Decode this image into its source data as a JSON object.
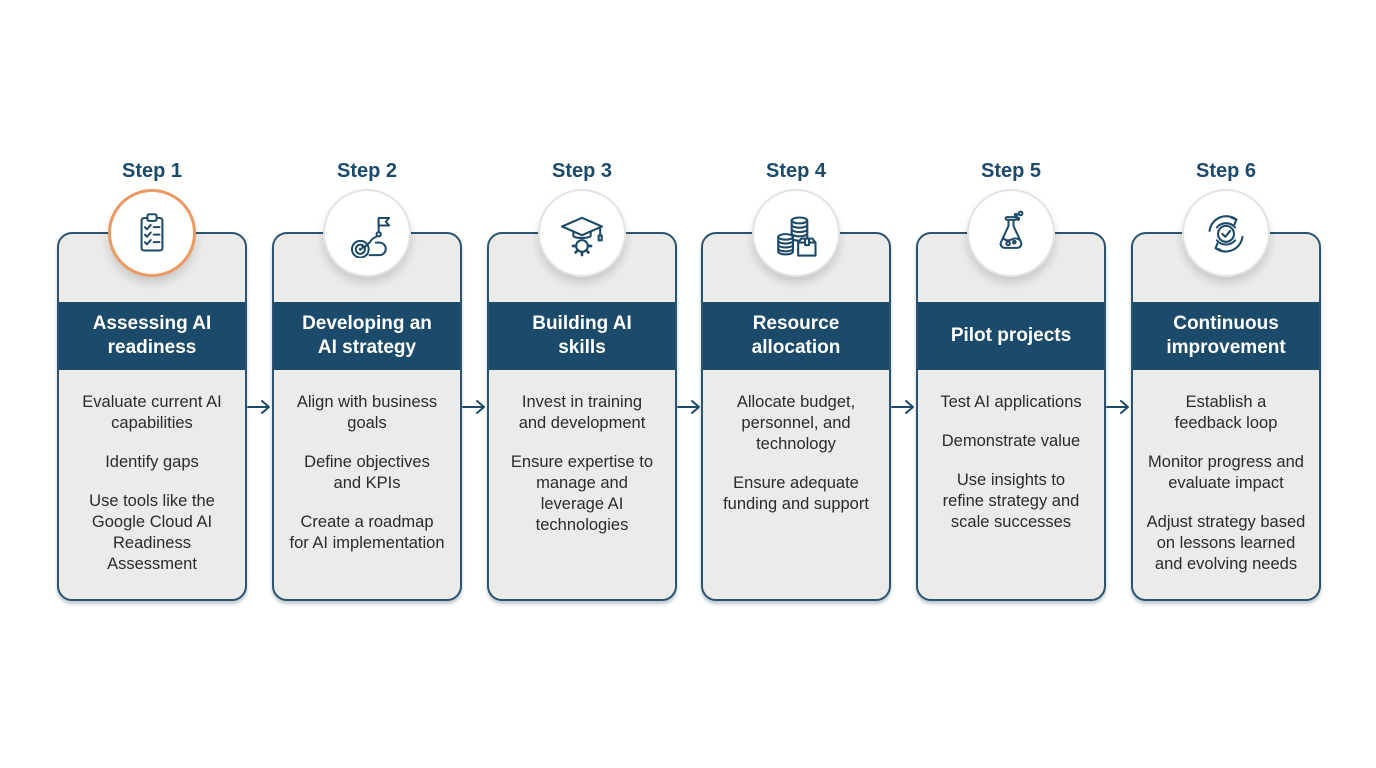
{
  "colors": {
    "navy": "#1B4A6B",
    "icon": "#1C4A68",
    "card": "#EBEBE9",
    "border": "#2C5470",
    "accent": "#EA9A62",
    "text": "#2B2B2B"
  },
  "steps": [
    {
      "label": "Step 1",
      "icon": "clipboard-checklist-icon",
      "title": "Assessing AI\nreadiness",
      "points": [
        "Evaluate current AI\ncapabilities",
        "Identify gaps",
        "Use tools like the\nGoogle Cloud AI\nReadiness\nAssessment"
      ],
      "highlighted": true
    },
    {
      "label": "Step 2",
      "icon": "goal-flag-target-icon",
      "title": "Developing an\nAI strategy",
      "points": [
        "Align with business\ngoals",
        "Define objectives\nand KPIs",
        "Create a roadmap\nfor AI implementation"
      ],
      "highlighted": false
    },
    {
      "label": "Step 3",
      "icon": "graduation-cap-gear-icon",
      "title": "Building AI\nskills",
      "points": [
        "Invest in training\nand development",
        "Ensure expertise to\nmanage and\nleverage AI\ntechnologies"
      ],
      "highlighted": false
    },
    {
      "label": "Step 4",
      "icon": "coins-box-icon",
      "title": "Resource\nallocation",
      "points": [
        "Allocate budget,\npersonnel, and\ntechnology",
        "Ensure adequate\nfunding and support"
      ],
      "highlighted": false
    },
    {
      "label": "Step 5",
      "icon": "pilot-flask-icon",
      "title": "Pilot projects",
      "points": [
        "Test AI applications",
        "Demonstrate value",
        "Use insights to\nrefine strategy and\nscale successes"
      ],
      "highlighted": false
    },
    {
      "label": "Step 6",
      "icon": "continuous-cycle-check-icon",
      "title": "Continuous\nimprovement",
      "points": [
        "Establish a\nfeedback loop",
        "Monitor progress and\nevaluate impact",
        "Adjust strategy based\non lessons learned\nand evolving needs"
      ],
      "highlighted": false
    }
  ]
}
